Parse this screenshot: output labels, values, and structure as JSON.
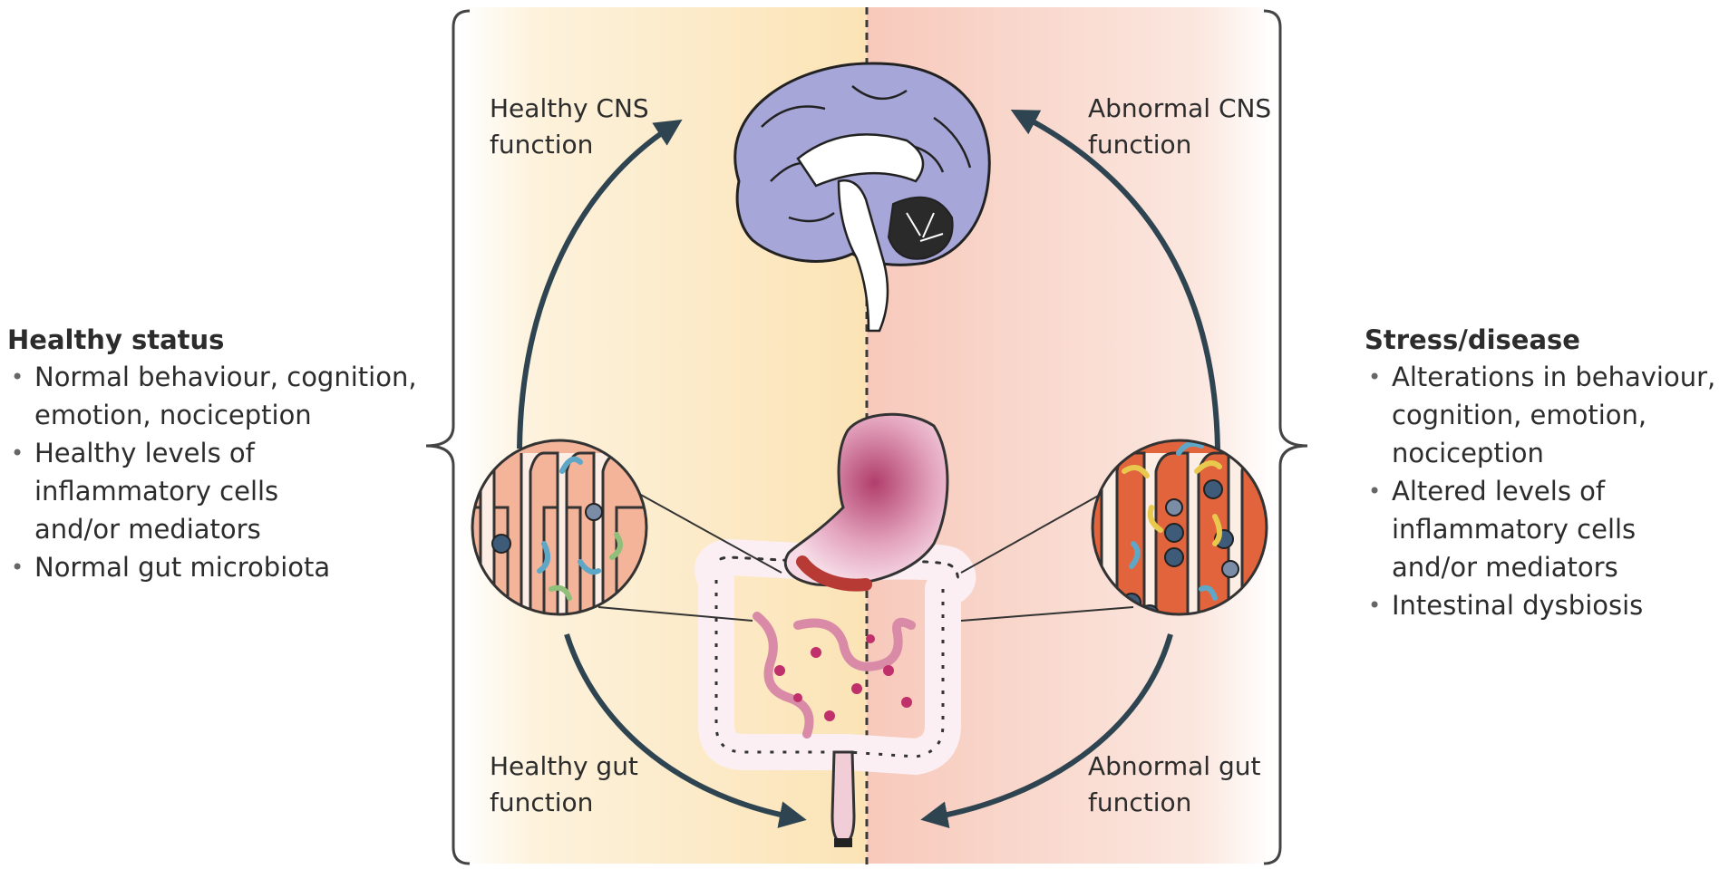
{
  "colors": {
    "healthy_bg": "#fbe6bd",
    "disease_bg": "#f6cdbf",
    "arrow": "#2f4451",
    "brain": "#a7a6d9",
    "stomach": "#c74e7c",
    "tissue_healthy": "#f3b49a",
    "tissue_disease": "#e2643c"
  },
  "labels": {
    "healthy_cns": [
      "Healthy CNS",
      "function"
    ],
    "abnormal_cns": [
      "Abnormal CNS",
      "function"
    ],
    "healthy_gut": [
      "Healthy gut",
      "function"
    ],
    "abnormal_gut": [
      "Abnormal gut",
      "function"
    ]
  },
  "left": {
    "heading": "Healthy status",
    "items": [
      [
        "Normal behaviour, cognition,",
        "emotion, nociception"
      ],
      [
        "Healthy levels of",
        "inflammatory cells",
        "and/or mediators"
      ],
      [
        "Normal gut microbiota"
      ]
    ]
  },
  "right": {
    "heading": "Stress/disease",
    "items": [
      [
        "Alterations in behaviour,",
        "cognition, emotion,",
        "nociception"
      ],
      [
        "Altered levels of",
        "inflammatory cells",
        "and/or mediators"
      ],
      [
        "Intestinal dysbiosis"
      ]
    ]
  },
  "icons": {
    "brain": "brain-icon",
    "gut": "gut-icon",
    "healthy_zoom": "healthy-villi-icon",
    "disease_zoom": "inflamed-villi-icon"
  }
}
